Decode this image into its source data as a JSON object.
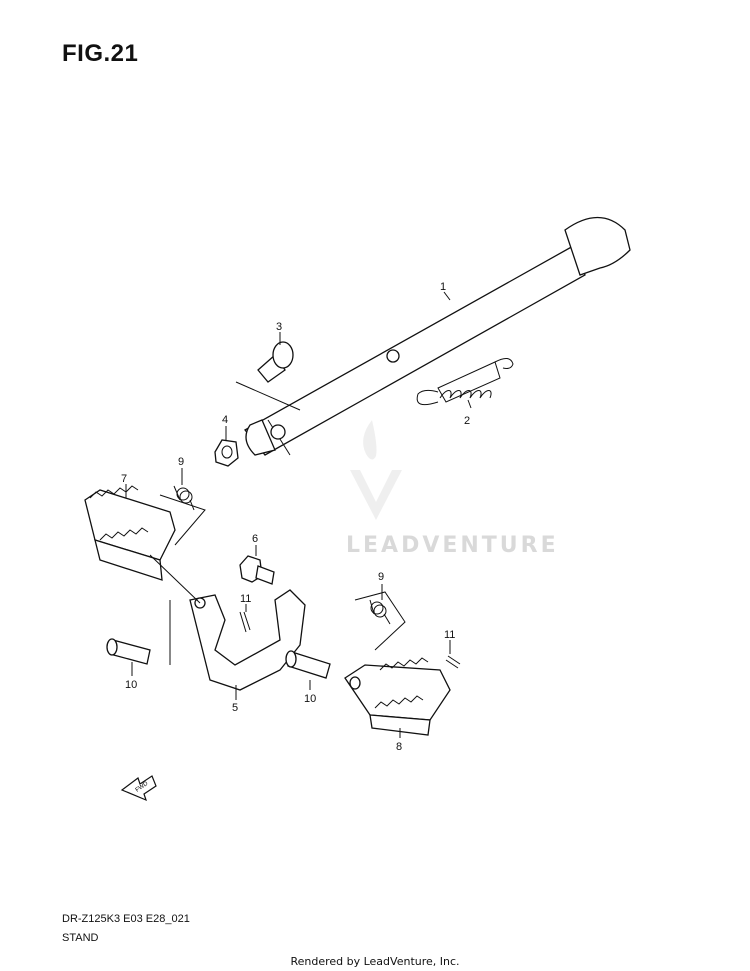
{
  "figure": {
    "title": "FIG.21",
    "model_code": "DR-Z125K3 E03 E28_021",
    "subtitle": "STAND"
  },
  "callouts": [
    "1",
    "2",
    "3",
    "4",
    "5",
    "6",
    "7",
    "8",
    "9",
    "9",
    "10",
    "10",
    "11",
    "11"
  ],
  "direction_tag": "FWD",
  "watermark": {
    "text": "LEADVENTURE"
  },
  "footer": {
    "text": "Rendered by LeadVenture, Inc."
  }
}
